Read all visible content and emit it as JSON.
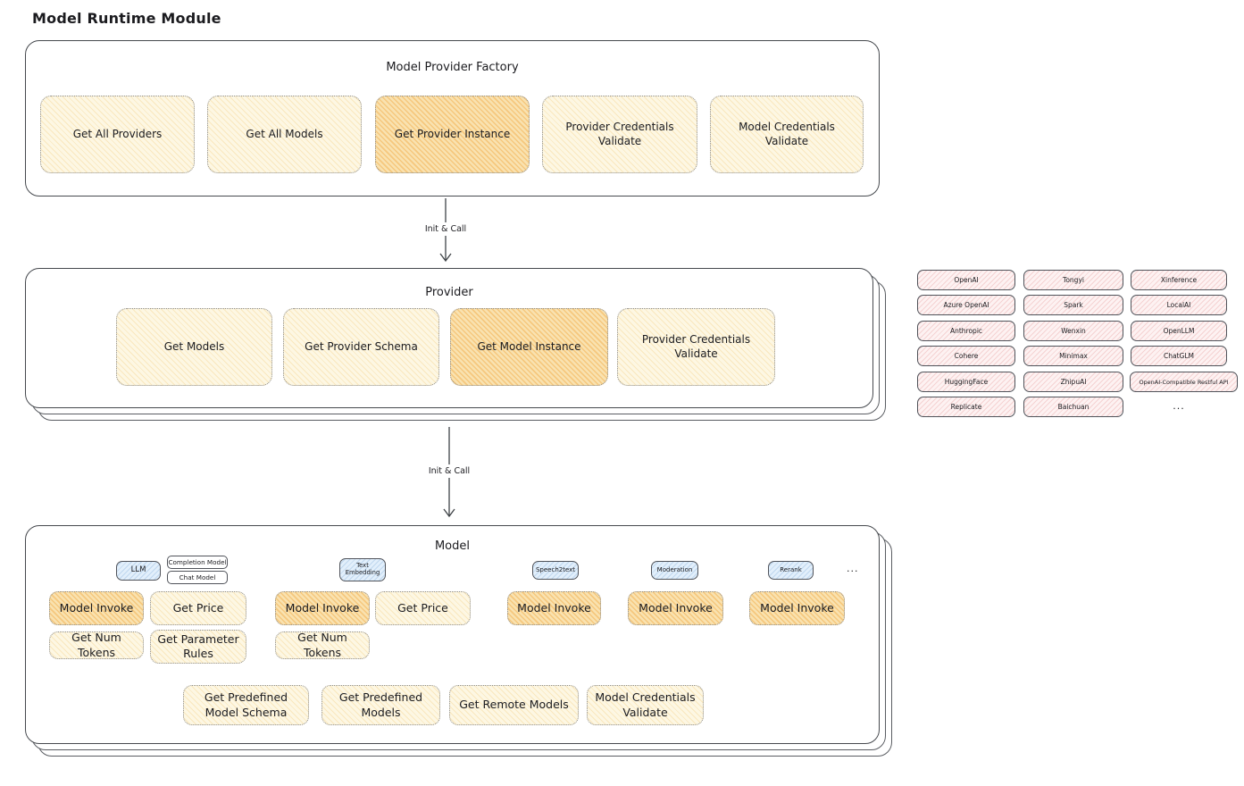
{
  "title": "Model Runtime Module",
  "factory": {
    "title": "Model Provider Factory",
    "items": [
      "Get All Providers",
      "Get All Models",
      "Get Provider Instance",
      "Provider Credentials Validate",
      "Model Credentials Validate"
    ]
  },
  "connectors": {
    "factory_to_provider": "Init & Call",
    "provider_to_model": "Init & Call"
  },
  "provider": {
    "title": "Provider",
    "items": [
      "Get Models",
      "Get Provider Schema",
      "Get Model Instance",
      "Provider Credentials Validate"
    ]
  },
  "providers_list": [
    "OpenAI",
    "Azure OpenAI",
    "Anthropic",
    "Cohere",
    "HuggingFace",
    "Replicate",
    "Tongyi",
    "Spark",
    "Wenxin",
    "Minimax",
    "ZhipuAI",
    "Baichuan",
    "Xinference",
    "LocalAI",
    "OpenLLM",
    "ChatGLM",
    "OpenAI-Compatible Restful API",
    "..."
  ],
  "model": {
    "title": "Model",
    "tags": {
      "llm": "LLM",
      "completion_model": "Completion Model",
      "chat_model": "Chat Model",
      "text_embedding": "Text Embedding",
      "speech2text": "Speech2text",
      "moderation": "Moderation",
      "rerank": "Rerank",
      "more": "..."
    },
    "ops": {
      "model_invoke": "Model Invoke",
      "get_price": "Get Price",
      "get_num_tokens": "Get Num Tokens",
      "get_parameter_rules": "Get Parameter Rules"
    },
    "shared_ops": [
      "Get Predefined Model Schema",
      "Get Predefined Models",
      "Get Remote Models",
      "Model Credentials Validate"
    ]
  },
  "colors": {
    "accent_orange": "#f9e2b0",
    "accent_yellow": "#fdf7e3",
    "accent_pink": "#fdf2f2",
    "accent_blue": "#e2effb"
  }
}
